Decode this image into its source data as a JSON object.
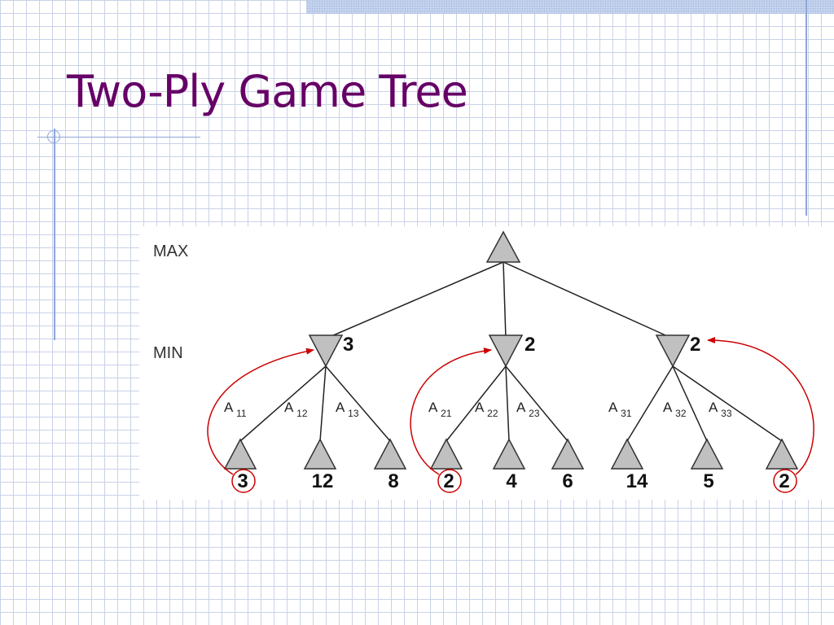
{
  "slide": {
    "title": "Two-Ply Game Tree",
    "colors": {
      "title": "#660066",
      "grid": "#c9d2e8",
      "accent_line": "#8ea6d9",
      "arrow": "#cc0000",
      "node_fill": "#c0c0c0"
    }
  },
  "diagram": {
    "levels": {
      "max_label": "MAX",
      "min_label": "MIN"
    },
    "min_nodes": [
      {
        "value": "3",
        "moves": [
          {
            "label": "A",
            "sub": "11",
            "leaf": "3",
            "circled": true
          },
          {
            "label": "A",
            "sub": "12",
            "leaf": "12",
            "circled": false
          },
          {
            "label": "A",
            "sub": "13",
            "leaf": "8",
            "circled": false
          }
        ]
      },
      {
        "value": "2",
        "moves": [
          {
            "label": "A",
            "sub": "21",
            "leaf": "2",
            "circled": true
          },
          {
            "label": "A",
            "sub": "22",
            "leaf": "4",
            "circled": false
          },
          {
            "label": "A",
            "sub": "23",
            "leaf": "6",
            "circled": false
          }
        ]
      },
      {
        "value": "2",
        "moves": [
          {
            "label": "A",
            "sub": "31",
            "leaf": "14",
            "circled": false
          },
          {
            "label": "A",
            "sub": "32",
            "leaf": "5",
            "circled": false
          },
          {
            "label": "A",
            "sub": "33",
            "leaf": "2",
            "circled": true
          }
        ]
      }
    ]
  }
}
